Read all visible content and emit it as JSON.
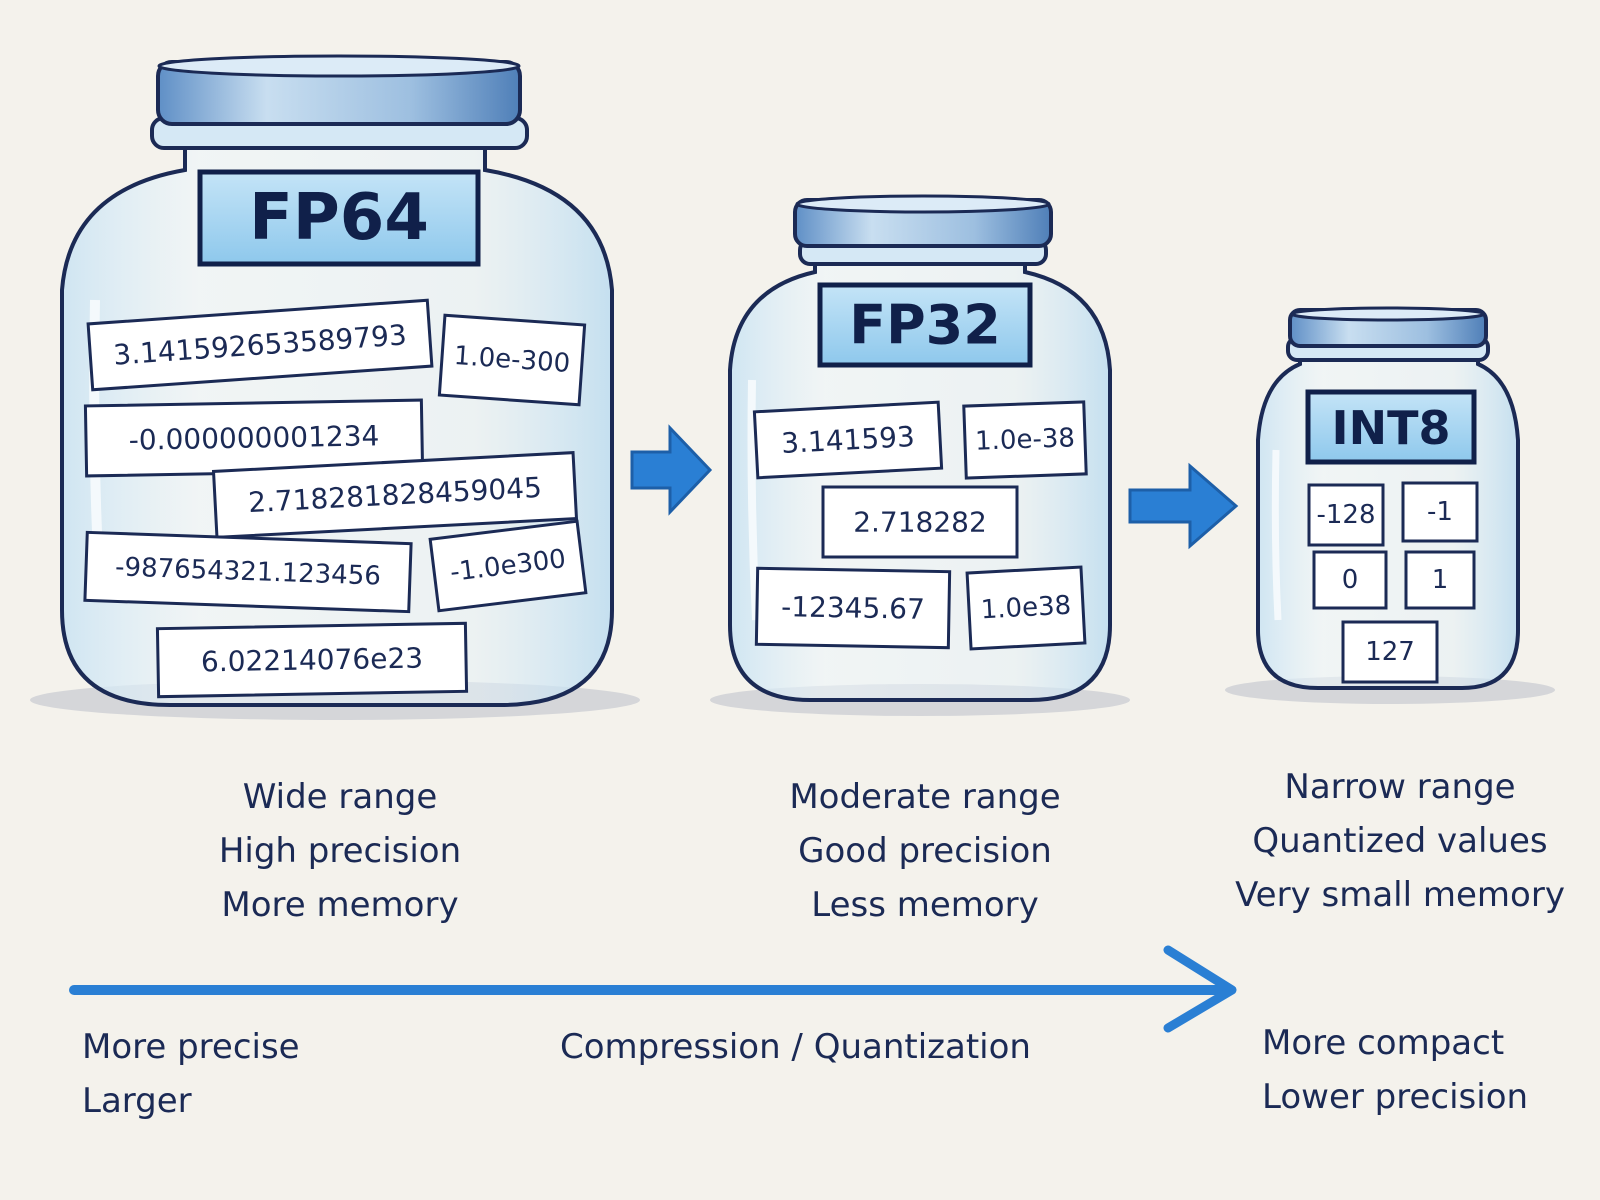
{
  "jars": [
    {
      "title": "FP64",
      "chips": [
        "3.141592653589793",
        "1.0e-300",
        "-0.000000001234",
        "2.718281828459045",
        "-987654321.123456",
        "-1.0e300",
        "6.02214076e23"
      ],
      "caption": [
        "Wide range",
        "High precision",
        "More memory"
      ]
    },
    {
      "title": "FP32",
      "chips": [
        "3.141593",
        "1.0e-38",
        "2.718282",
        "-12345.67",
        "1.0e38"
      ],
      "caption": [
        "Moderate range",
        "Good precision",
        "Less memory"
      ]
    },
    {
      "title": "INT8",
      "chips": [
        "-128",
        "-1",
        "0",
        "1",
        "127"
      ],
      "caption": [
        "Narrow range",
        "Quantized values",
        "Very small memory"
      ]
    }
  ],
  "axis": {
    "left": [
      "More precise",
      "Larger"
    ],
    "center": "Compression / Quantization",
    "right": [
      "More compact",
      "Lower precision"
    ]
  },
  "colors": {
    "ink": "#1b2a55",
    "arrow": "#2a7fd4",
    "label_fill": "#aed8f2",
    "glass": "#e3f0f8"
  }
}
